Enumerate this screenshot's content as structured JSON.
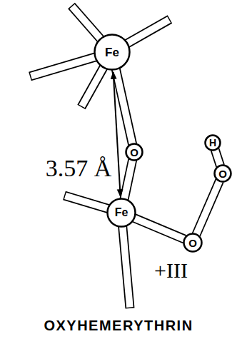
{
  "diagram": {
    "caption": "OXYHEMERYTHRIN",
    "nodes": [
      {
        "text": [
          "Fe"
        ]
      },
      {
        "text": [
          "O"
        ]
      },
      {
        "text": [
          "Fe"
        ]
      },
      {
        "text": [
          "O"
        ]
      },
      {
        "text": [
          "O"
        ]
      },
      {
        "text": [
          "H"
        ]
      }
    ],
    "edges": [
      {
        "from": 0,
        "to": 1,
        "arrow": "none"
      },
      {
        "from": 1,
        "to": 2,
        "arrow": "none"
      },
      {
        "from": 2,
        "to": 3,
        "arrow": "none"
      },
      {
        "from": 3,
        "to": 4,
        "arrow": "none"
      },
      {
        "from": 4,
        "to": 5,
        "arrow": "none"
      },
      {
        "from": 0,
        "to": 2,
        "arrow": "both",
        "label": "3.57 Å"
      }
    ],
    "labels": [
      "+III"
    ]
  }
}
